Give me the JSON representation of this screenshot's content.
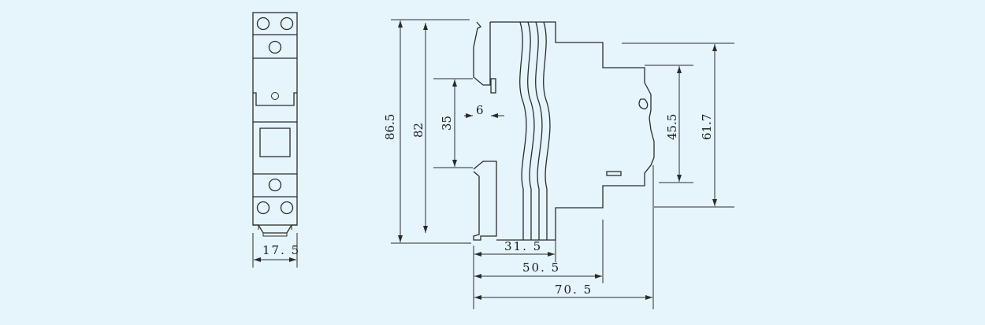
{
  "colors": {
    "background": "#e6f5fc",
    "line": "#2b2b2b"
  },
  "front_view": {
    "width_label": "17. 5"
  },
  "side_view": {
    "height_total_label": "86.5",
    "height_body_label": "82",
    "rail_label": "35",
    "clip_label": "6",
    "mid_height_label": "45.5",
    "front_height_label": "61.7",
    "depth_1_label": "31. 5",
    "depth_2_label": "50. 5",
    "depth_3_label": "70. 5"
  }
}
